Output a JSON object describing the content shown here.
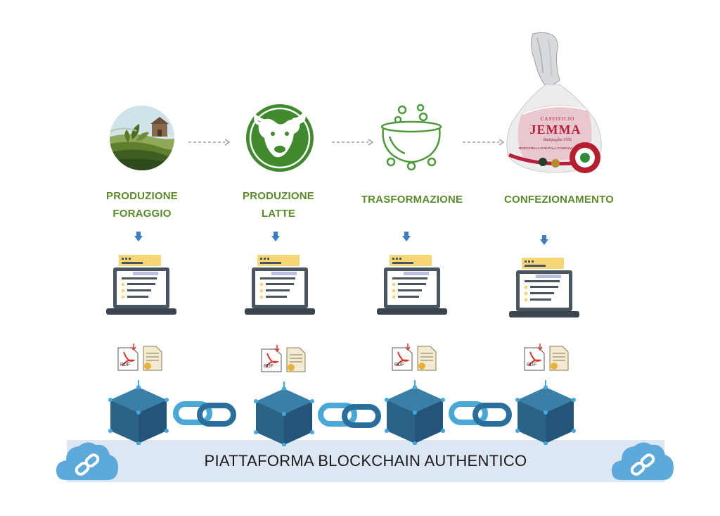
{
  "stages": [
    {
      "label_line1": "PRODUZIONE",
      "label_line2": "FORAGGIO",
      "icon": "field-icon"
    },
    {
      "label_line1": "PRODUZIONE",
      "label_line2": "LATTE",
      "icon": "buffalo-icon"
    },
    {
      "label_line1": "TRASFORMAZIONE",
      "label_line2": "",
      "icon": "cauldron-icon"
    },
    {
      "label_line1": "CONFEZIONAMENTO",
      "label_line2": "",
      "icon": "mozzarella-package-icon"
    }
  ],
  "package": {
    "brand_top": "CASEIFICIO",
    "brand_name": "JEMMA",
    "brand_sub": "Battipaglia 1956",
    "band_text": "MOZZARELLA DI BUFALA CAMPANA"
  },
  "doc_icons": {
    "pdf_label": "PDF"
  },
  "platform": {
    "label": "PIATTAFORMA BLOCKCHAIN AUTHENTICO"
  },
  "colors": {
    "label_green": "#5a8a2a",
    "arrow_blue": "#3a7fc4",
    "cube_blue": "#2e6f96",
    "node_blue": "#3fa9e0",
    "chain_blue": "#4aa8d8",
    "platform_band": "#dde6f3",
    "cloud_blue": "#5da9dc",
    "laptop_gray": "#4a5562",
    "window_yellow": "#f7d774"
  }
}
